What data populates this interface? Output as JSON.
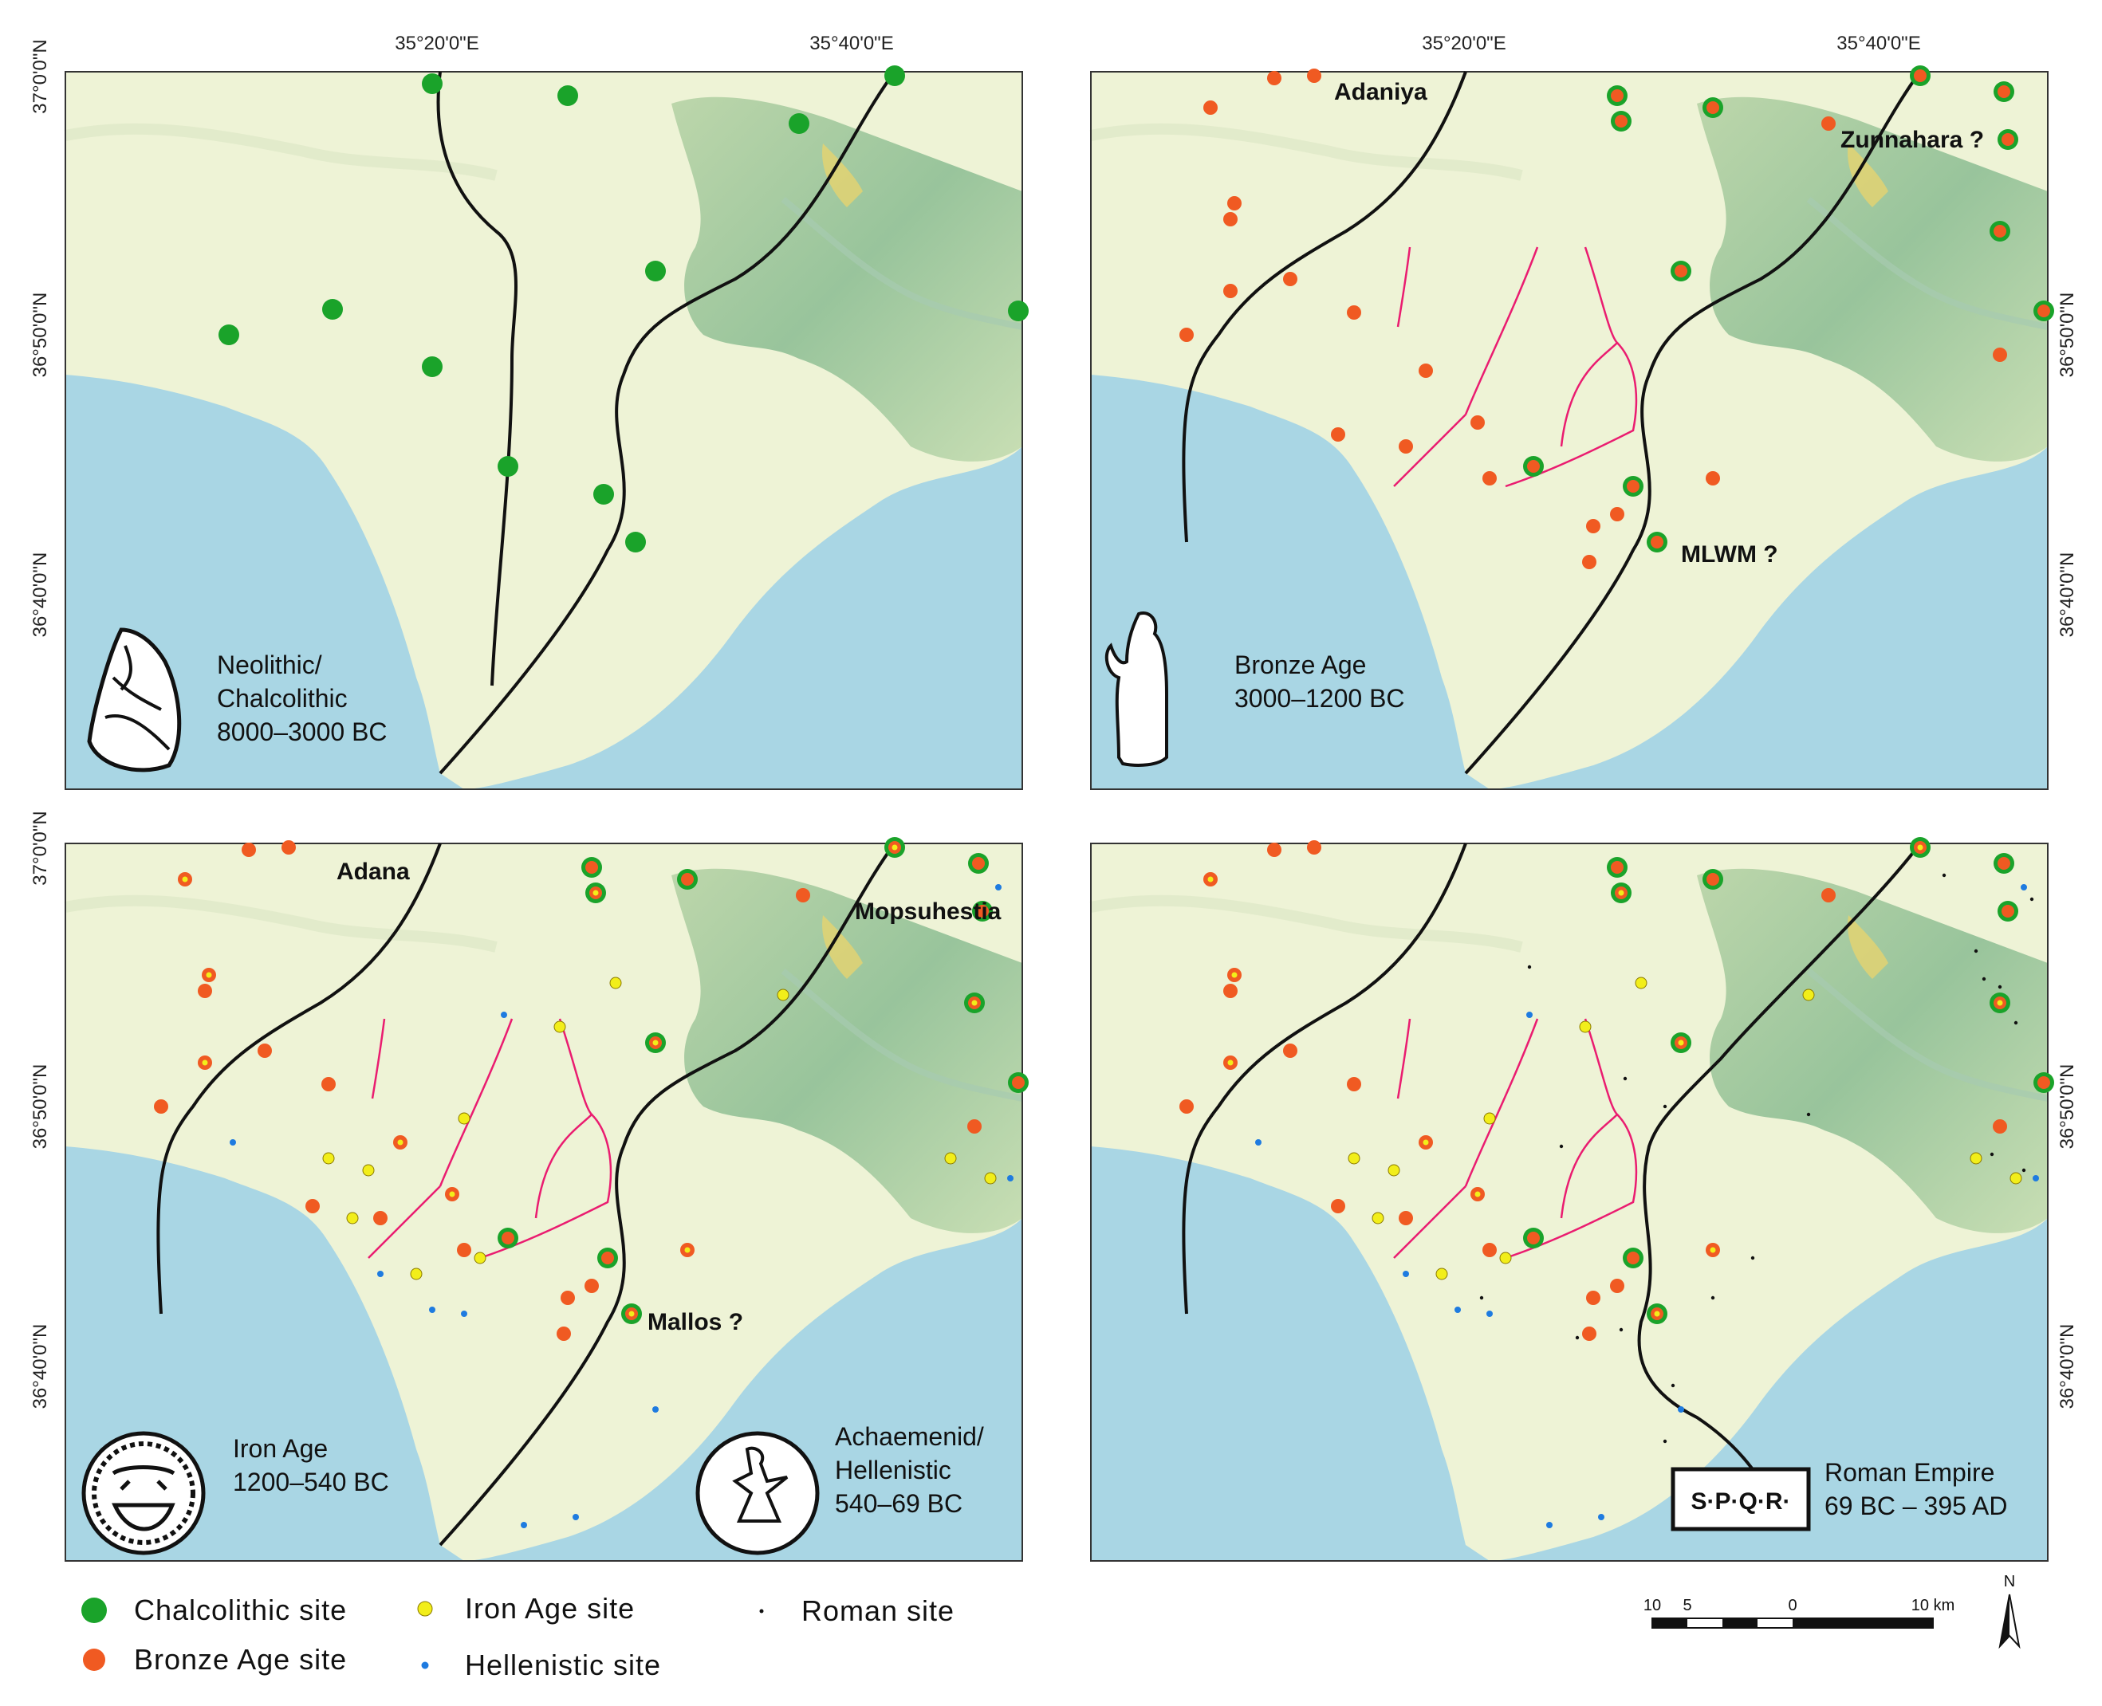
{
  "coords": {
    "lon_top": [
      "35°20'0\"E",
      "35°40'0\"E"
    ],
    "lat_left": [
      "37°0'0\"N",
      "36°50'0\"N",
      "36°40'0\"N"
    ],
    "lat_right": [
      "36°50'0\"N",
      "36°40'0\"N"
    ]
  },
  "panels": [
    {
      "id": "neolithic",
      "period_lines": [
        "Neolithic/",
        "Chalcolithic",
        "8000–3000 BC"
      ],
      "places": [],
      "icon": "flint-tool-icon"
    },
    {
      "id": "bronze",
      "period_lines": [
        "Bronze Age",
        "3000–1200 BC"
      ],
      "places": [
        "Adaniya",
        "Zunnahara ?",
        "MLWM ?"
      ],
      "icon": "hittite-figure-icon"
    },
    {
      "id": "iron",
      "period_lines": [
        "Iron Age",
        "1200–540 BC"
      ],
      "second_period_lines": [
        "Achaemenid/",
        "Hellenistic",
        "540–69 BC"
      ],
      "places": [
        "Adana",
        "Mopsuhestia",
        "Mallos ?"
      ],
      "icon": "lion-head-coin-icon",
      "second_icon": "kneeling-figure-coin-icon"
    },
    {
      "id": "roman",
      "period_lines": [
        "Roman Empire",
        "69 BC – 395 AD"
      ],
      "places": [],
      "icon": "spqr-icon",
      "badge": "S·P·Q·R·"
    }
  ],
  "legend": [
    {
      "label": "Chalcolithic site",
      "color": "#1aa32a",
      "symbol": "large-green-dot-icon"
    },
    {
      "label": "Iron Age site",
      "color": "#f2ee1a",
      "symbol": "yellow-dot-icon"
    },
    {
      "label": "Roman site",
      "color": "#111111",
      "symbol": "black-point-icon"
    },
    {
      "label": "Bronze Age site",
      "color": "#f05a22",
      "symbol": "orange-dot-icon"
    },
    {
      "label": "Hellenistic site",
      "color": "#1e7be0",
      "symbol": "blue-point-icon"
    }
  ],
  "scale": {
    "labels": [
      "10",
      "5",
      "0",
      "10 km"
    ]
  },
  "north": "N",
  "colors": {
    "sea": "#a9d6e4",
    "plain": "#eef3d6",
    "hills": "#9cc59a",
    "river": "#ea1c70"
  }
}
